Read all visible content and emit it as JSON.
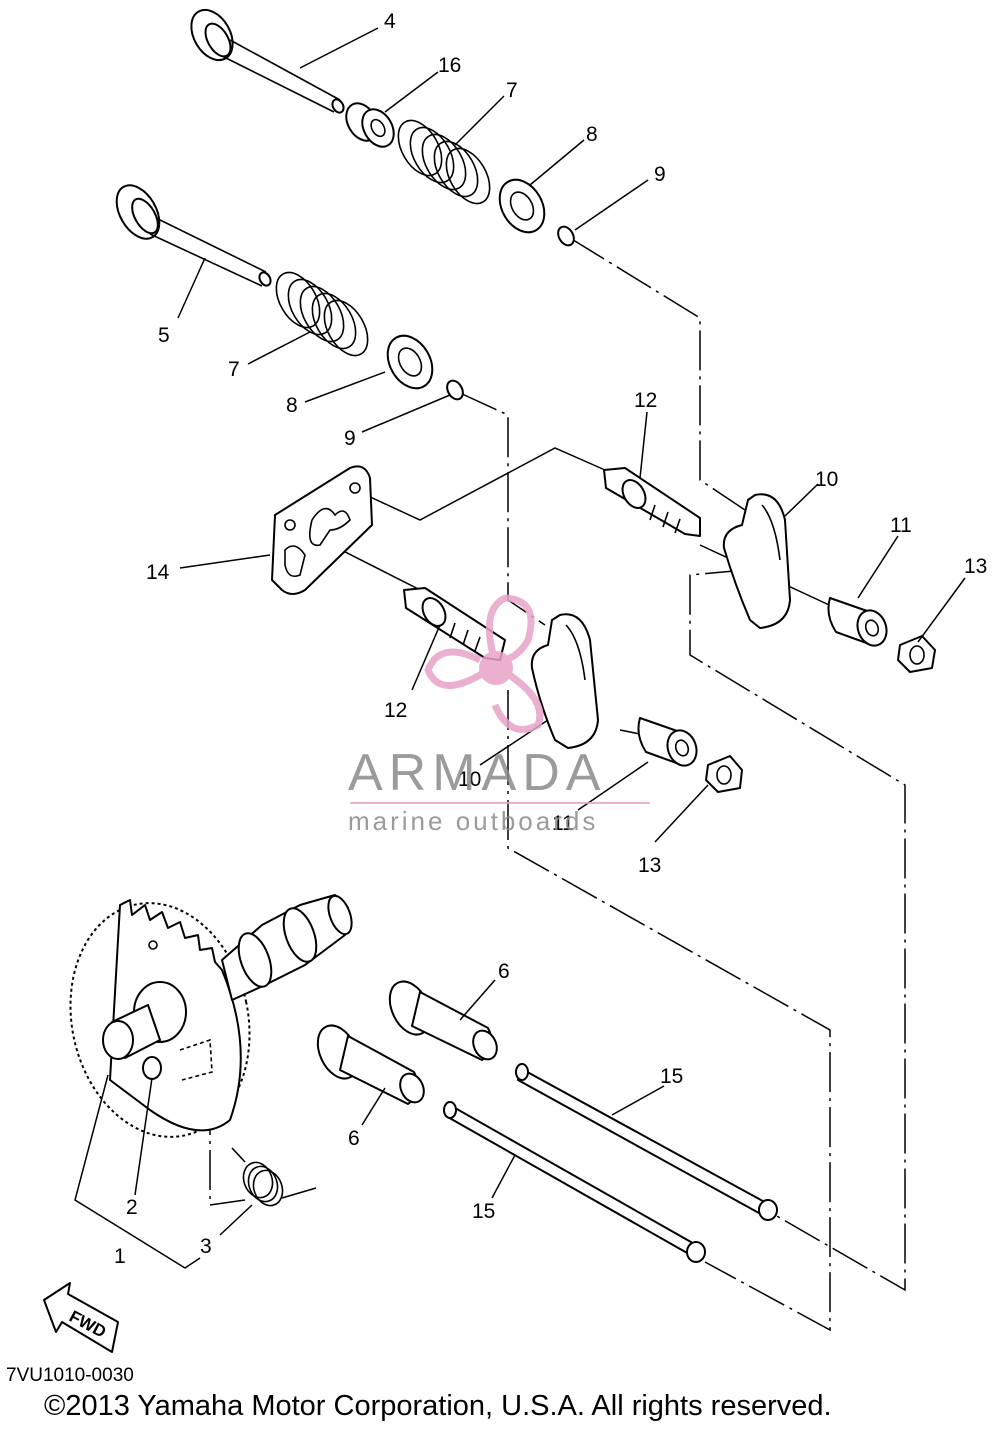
{
  "callouts": [
    {
      "id": "4",
      "label": "4"
    },
    {
      "id": "16",
      "label": "16"
    },
    {
      "id": "7a",
      "label": "7"
    },
    {
      "id": "8a",
      "label": "8"
    },
    {
      "id": "9a",
      "label": "9"
    },
    {
      "id": "5",
      "label": "5"
    },
    {
      "id": "7b",
      "label": "7"
    },
    {
      "id": "8b",
      "label": "8"
    },
    {
      "id": "9b",
      "label": "9"
    },
    {
      "id": "12a",
      "label": "12"
    },
    {
      "id": "10a",
      "label": "10"
    },
    {
      "id": "11a",
      "label": "11"
    },
    {
      "id": "13a",
      "label": "13"
    },
    {
      "id": "14",
      "label": "14"
    },
    {
      "id": "12b",
      "label": "12"
    },
    {
      "id": "10b",
      "label": "10"
    },
    {
      "id": "11b",
      "label": "11"
    },
    {
      "id": "13b",
      "label": "13"
    },
    {
      "id": "6a",
      "label": "6"
    },
    {
      "id": "6b",
      "label": "6"
    },
    {
      "id": "15a",
      "label": "15"
    },
    {
      "id": "15b",
      "label": "15"
    },
    {
      "id": "2",
      "label": "2"
    },
    {
      "id": "1",
      "label": "1"
    },
    {
      "id": "3",
      "label": "3"
    }
  ],
  "watermark": {
    "brand": "ARMADA",
    "tagline": "marine outboards",
    "color": "#e8a3c8"
  },
  "fwd_marker": "FWD",
  "diagram_code": "7VU1010-0030",
  "copyright": "©2013 Yamaha Motor Corporation, U.S.A. All rights reserved."
}
